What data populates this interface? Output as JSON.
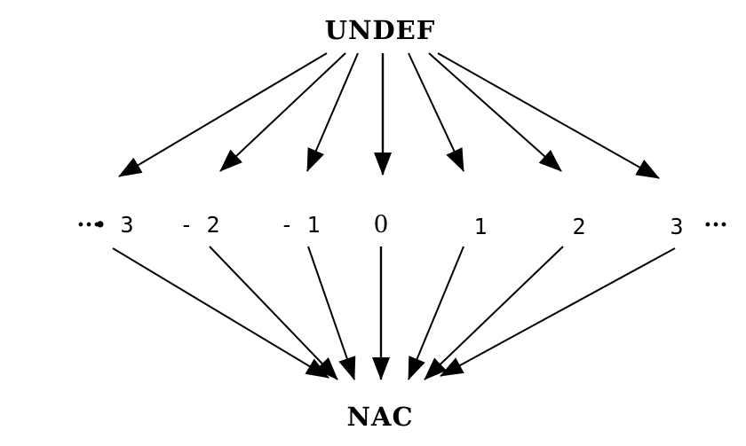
{
  "diagram": {
    "top_label": "UNDEF",
    "bottom_label": "NAC",
    "left_ellipsis": "···",
    "right_ellipsis": "···",
    "values": [
      {
        "id": "neg3",
        "label": "• 3"
      },
      {
        "id": "neg2",
        "label": "- 2"
      },
      {
        "id": "neg1",
        "label": "- 1"
      },
      {
        "id": "zero",
        "label": "0"
      },
      {
        "id": "pos1",
        "label": "1"
      },
      {
        "id": "pos2",
        "label": "2"
      },
      {
        "id": "pos3",
        "label": "3"
      }
    ]
  }
}
